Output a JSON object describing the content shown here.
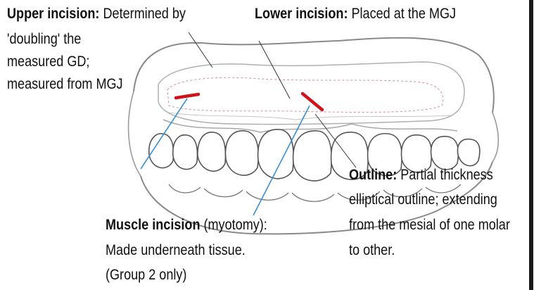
{
  "annotations": {
    "upper_incision": {
      "title": "Upper incision:",
      "lines": [
        " Determined by",
        "'doubling' the",
        "measured GD;",
        "measured from MGJ"
      ]
    },
    "lower_incision": {
      "title": "Lower incision:",
      "text": " Placed at the MGJ"
    },
    "outline": {
      "title": "Outline:",
      "lines": [
        " Partial thickness",
        "elliptical outline; extending",
        "from the mesial of one molar",
        "to other."
      ]
    },
    "muscle_incision": {
      "title": "Muscle incision",
      "lines": [
        " (myotomy):",
        "Made underneath tissue.",
        "(Group 2 only)"
      ]
    }
  },
  "colors": {
    "incision_mark": "#d0121b",
    "leader_line_blue": "#3a8fd0",
    "leader_line_dark": "#333333",
    "sketch": "#8a8a8a"
  }
}
